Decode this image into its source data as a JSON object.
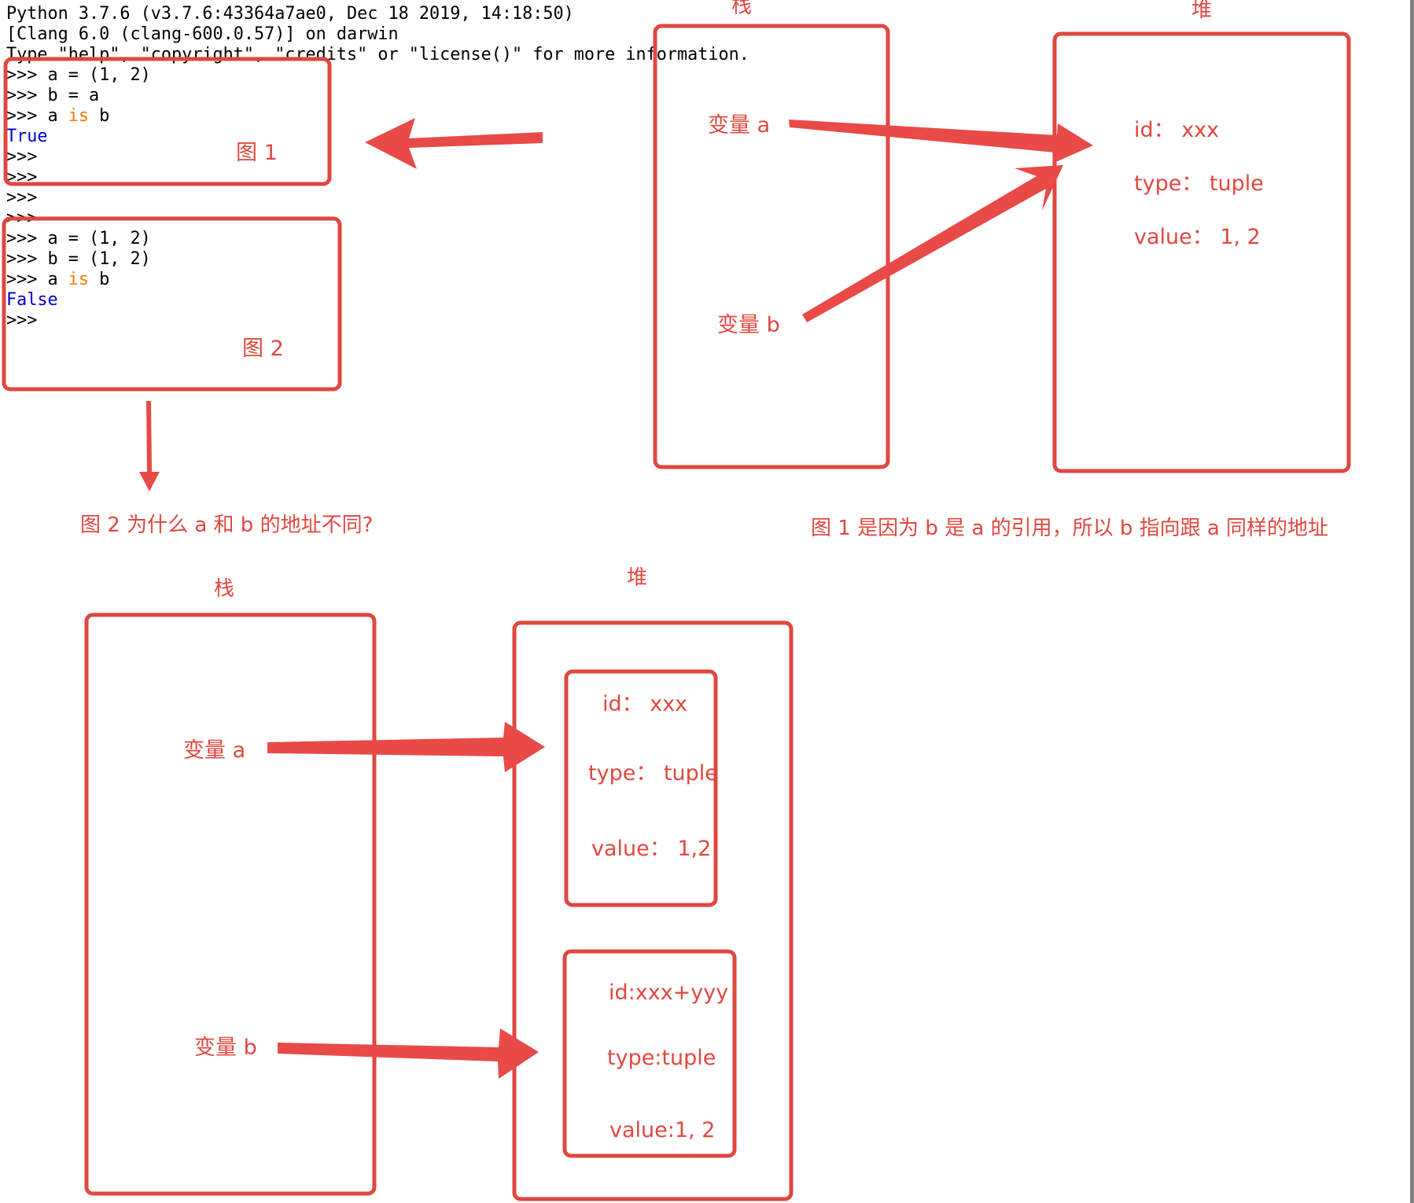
{
  "terminal": {
    "lines": [
      [
        {
          "t": "Python 3.7.6 (v3.7.6:43364a7ae0, Dec 18 2019, 14:18:50)",
          "c": "default"
        }
      ],
      [
        {
          "t": "[Clang 6.0 (clang-600.0.57)] on darwin",
          "c": "default"
        }
      ],
      [
        {
          "t": "Type \"help\", \"copyright\", \"credits\" or \"license()\" for more information.",
          "c": "default"
        }
      ],
      [
        {
          "t": ">>> a = (1, 2)",
          "c": "default"
        }
      ],
      [
        {
          "t": ">>> b = a",
          "c": "default"
        }
      ],
      [
        {
          "t": ">>> a ",
          "c": "default"
        },
        {
          "t": "is",
          "c": "keyword"
        },
        {
          "t": " b",
          "c": "default"
        }
      ],
      [
        {
          "t": "True",
          "c": "output"
        }
      ],
      [
        {
          "t": ">>>",
          "c": "default"
        }
      ],
      [
        {
          "t": ">>>",
          "c": "default"
        }
      ],
      [
        {
          "t": ">>>",
          "c": "default"
        }
      ],
      [
        {
          "t": ">>>",
          "c": "default"
        }
      ],
      [
        {
          "t": ">>> a = (1, 2)",
          "c": "default"
        }
      ],
      [
        {
          "t": ">>> b = (1, 2)",
          "c": "default"
        }
      ],
      [
        {
          "t": ">>> a ",
          "c": "default"
        },
        {
          "t": "is",
          "c": "keyword"
        },
        {
          "t": " b",
          "c": "default"
        }
      ],
      [
        {
          "t": "False",
          "c": "output"
        }
      ],
      [
        {
          "t": ">>>",
          "c": "default"
        }
      ]
    ]
  },
  "figure_labels": {
    "fig1": "图 1",
    "fig2": "图 2"
  },
  "question": "图 2 为什么 a 和 b 的地址不同?",
  "explanation": "图 1 是因为 b 是 a 的引用，所以 b 指向跟 a 同样的地址",
  "top_diagram": {
    "stack_title": "栈",
    "heap_title": "堆",
    "var_a": "变量 a",
    "var_b": "变量 b",
    "heap_id": "id：  xxx",
    "heap_type": "type：  tuple",
    "heap_value": "value：  1, 2"
  },
  "bottom_diagram": {
    "stack_title": "栈",
    "heap_title": "堆",
    "var_a": "变量 a",
    "var_b": "变量 b",
    "obj1_id": "id：  xxx",
    "obj1_type": "type：  tuple",
    "obj1_value": "value：  1,2",
    "obj2_id": "id:xxx+yyy",
    "obj2_type": "type:tuple",
    "obj2_value": "value:1, 2"
  },
  "colors": {
    "accent_red": "#e0473f",
    "arrow_red": "#e84a47",
    "terminal_text": "#000000",
    "keyword": "#ff7700",
    "output": "#0000cc"
  }
}
